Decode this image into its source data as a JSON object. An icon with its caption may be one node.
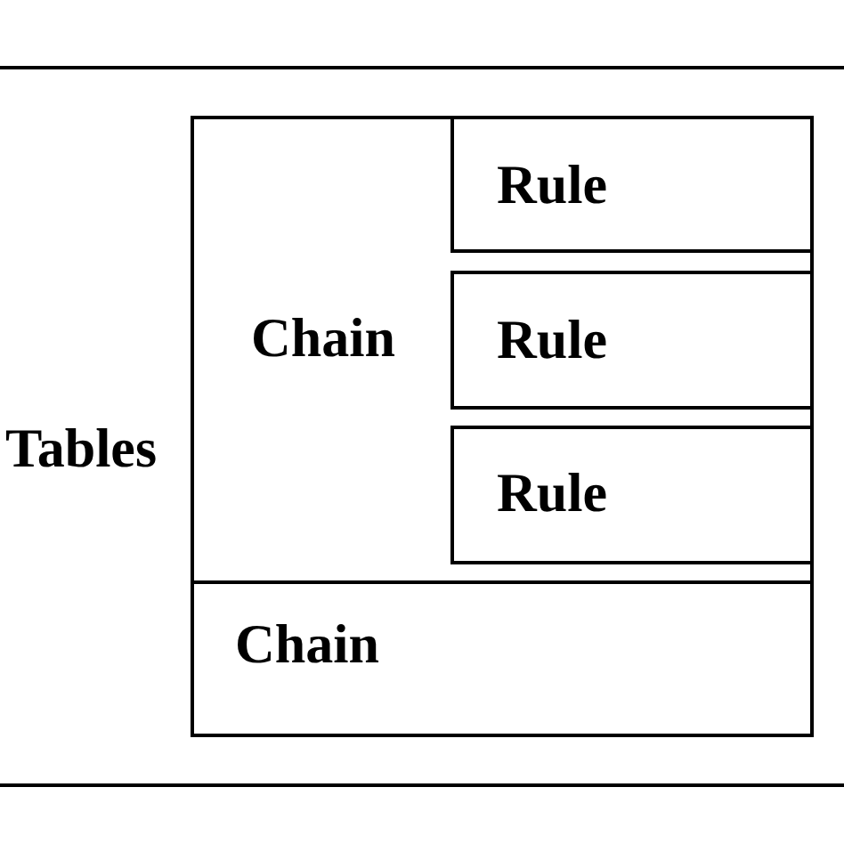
{
  "diagram": {
    "nodes": [
      {
        "text": [
          "Tables"
        ]
      },
      {
        "text": [],
        "shape": "box",
        "in": 0
      },
      {
        "text": [
          "Chain"
        ],
        "in": 1
      },
      {
        "text": [
          "Rule"
        ],
        "in": 2
      },
      {
        "text": [
          "Rule"
        ],
        "in": 2
      },
      {
        "text": [
          "Rule"
        ],
        "in": 2
      },
      {
        "text": [
          "Chain"
        ],
        "in": 1
      }
    ]
  }
}
